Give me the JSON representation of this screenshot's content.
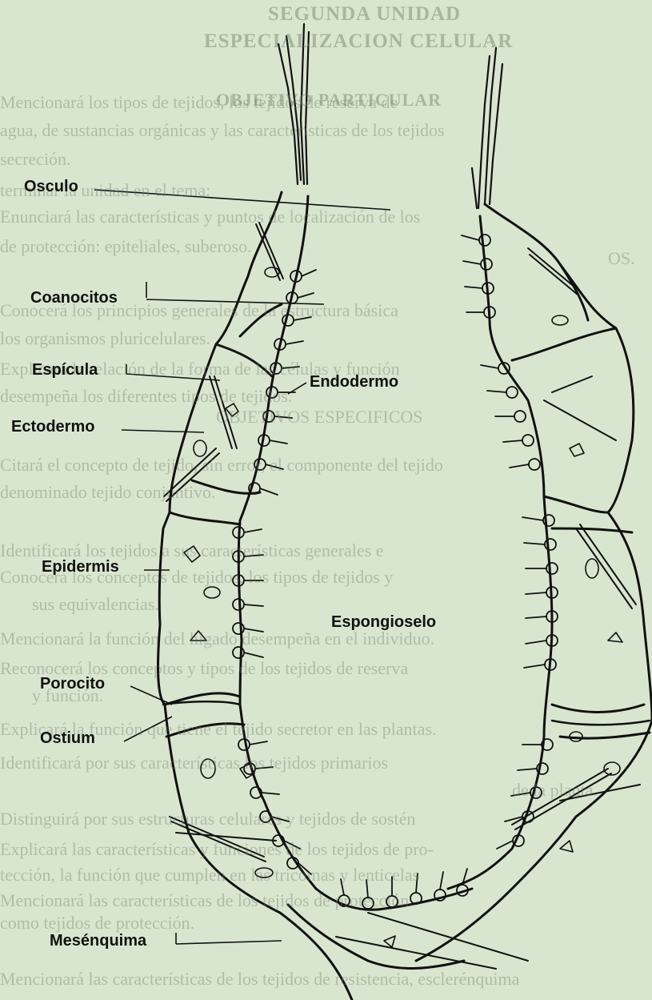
{
  "background_text": {
    "header_1": "SEGUNDA UNIDAD",
    "header_2": "ESPECIALIZACION CELULAR",
    "objective": "OBJETIVO PARTICULAR",
    "line_1": "Mencionará los tipos de tejidos, los tejidos de reserva de",
    "line_2": "agua, de sustancias orgánicas y las características de los tejidos",
    "line_3": "secreción.",
    "line_4": "terminar la unidad en el tema:",
    "line_5": "Enunciará las características y puntos de localización de los",
    "line_6": "de protección: epiteliales, suberoso.",
    "line_7": "OS.",
    "line_8": "Conocerá los principios generales de la estructura básica",
    "line_9": "los organismos pluricelulares.",
    "line_10": "Explicará la relación de la forma de las células y función",
    "line_11": "desempeña los diferentes tipos de tejidos.",
    "line_12": "OBJETIVOS ESPECIFICOS",
    "line_13": "Citará el concepto de tejido, sin error, el componente del tejido",
    "line_14": "denominado tejido conjuntivo.",
    "line_15": "Identificará los tejidos a sus características generales e",
    "line_16": "Conocerá los conceptos de tejidos, los tipos de tejidos y",
    "line_17": "sus equivalencias.",
    "line_18": "Mencionará la función del hígado desempeña en el individuo.",
    "line_19": "Reconocerá los conceptos y tipos de los tejidos de reserva",
    "line_20": "y función.",
    "line_21": "Explicará la función que tiene el tejido secretor en las plantas.",
    "line_22": "Identificará por sus características los tejidos primarios",
    "line_23": "de la planta.",
    "line_24": "Distinguirá por sus estructuras celulares y tejidos de sostén",
    "line_25": "Explicará las características y funciones de los tejidos de pro-",
    "line_26": "tección, la función que cumplen en las tricomas y lenticelas",
    "line_27": "Mencionará las características de los tejidos de protección.",
    "line_28": "como tejidos de protección.",
    "line_29": "Mencionará las características de los tejidos de resistencia, esclerénquima"
  },
  "labels": {
    "osculo": "Osculo",
    "coanocitos": "Coanocitos",
    "espicula": "Espícula",
    "ectodermo": "Ectodermo",
    "endodermo": "Endodermo",
    "epidermis": "Epidermis",
    "espongioselo": "Espongioselo",
    "porocito": "Porocito",
    "ostium": "Ostium",
    "mesenquima": "Mesénquima"
  },
  "colors": {
    "background": "#d8e6cf",
    "ink": "#111111",
    "ghost_text": "#6f7a6a"
  }
}
